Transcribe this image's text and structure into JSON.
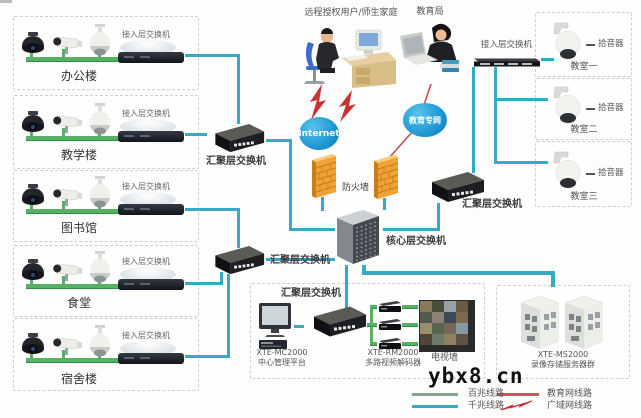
{
  "watermark": "ybx8.cn",
  "top": {
    "remote_users_label": "远程授权用户/师生家庭",
    "education_bureau_label": "教育局",
    "internet_cloud_label": "Internet",
    "education_network_cloud_label": "教育专网"
  },
  "buildings": [
    {
      "name": "办公楼",
      "switch_label": "接入层交换机"
    },
    {
      "name": "教学楼",
      "switch_label": "接入层交换机"
    },
    {
      "name": "图书馆",
      "switch_label": "接入层交换机"
    },
    {
      "name": "食堂",
      "switch_label": "接入层交换机"
    },
    {
      "name": "宿舍楼",
      "switch_label": "接入层交换机"
    }
  ],
  "network": {
    "aggregation_switch_label": "汇聚层交换机",
    "core_switch_label": "核心层交换机",
    "firewall_label": "防火墙",
    "right_access_switch_label": "接入层交换机"
  },
  "classrooms": [
    {
      "name": "教室一",
      "pickup_label": "拾音器"
    },
    {
      "name": "教室二",
      "pickup_label": "拾音器"
    },
    {
      "name": "教室三",
      "pickup_label": "拾音器"
    }
  ],
  "monitoring_center": {
    "switch_label": "汇聚层交换机",
    "platform_model": "XTE-MC2000",
    "platform_name": "中心管理平台",
    "decoder_model": "XTE-RM2000",
    "decoder_name": "多路视频解码器",
    "tv_wall_label": "电视墙"
  },
  "storage": {
    "model": "XTE-MS2000",
    "name": "录像存储服务器群"
  },
  "legend": {
    "items": [
      {
        "label": "百兆线路",
        "color": "#84a58c",
        "style": "line"
      },
      {
        "label": "千兆线路",
        "color": "#35aac2",
        "style": "line"
      },
      {
        "label": "教育网线路",
        "color": "#c25a5a",
        "style": "line"
      },
      {
        "label": "广域网线路",
        "color": "#c83232",
        "style": "bolt"
      }
    ]
  },
  "colors": {
    "line_100m_green": "#57b164",
    "line_1g_teal": "#35aac2",
    "line_edu_red": "#c25050",
    "firewall_orange": "#f0a236",
    "cloud_blue": "#1f97d2"
  }
}
